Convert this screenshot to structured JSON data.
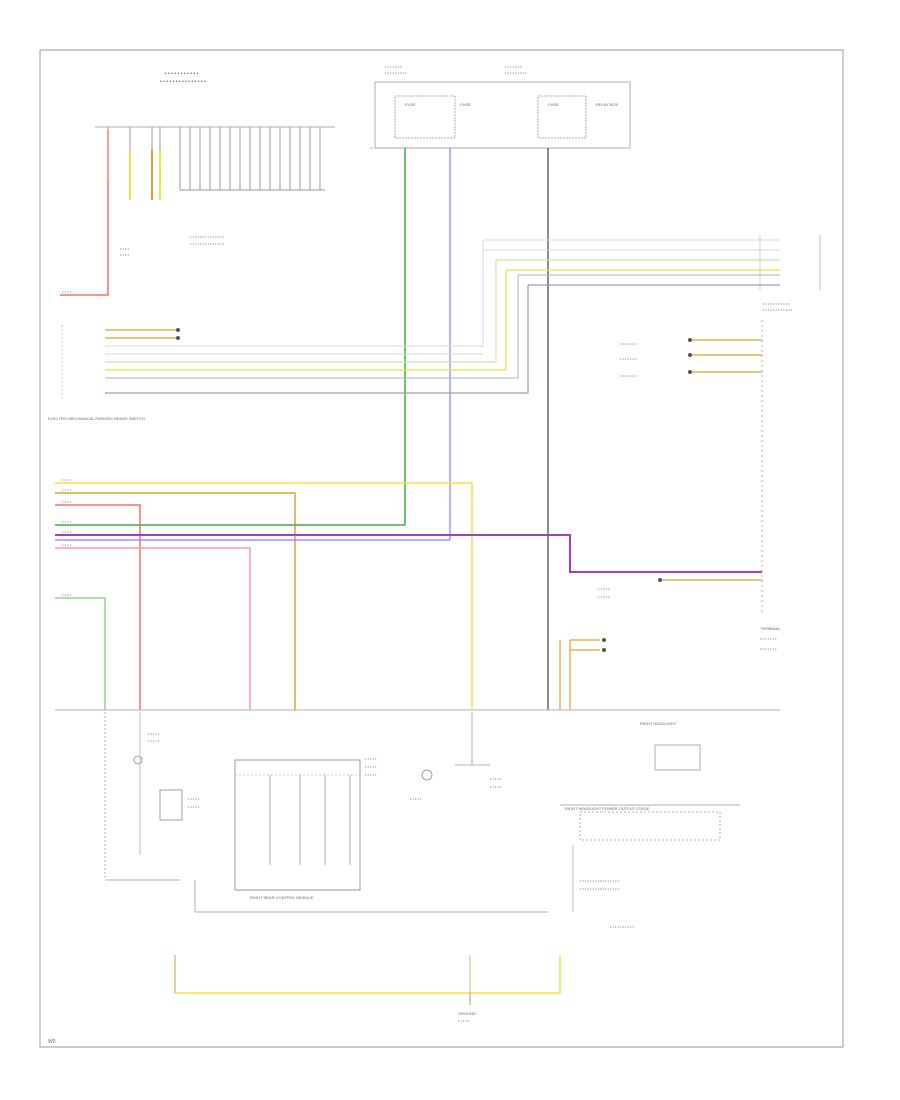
{
  "page_id": "W5",
  "colors": {
    "border": "#9a9a9a",
    "wire_red": "#ff6b6b",
    "wire_pink": "#ff9aa0",
    "wire_green": "#3fae3f",
    "wire_lightgreen": "#8fd68f",
    "wire_blue": "#8080ff",
    "wire_purple": "#a040c0",
    "wire_yellow": "#f0e040",
    "wire_orange": "#e0a030",
    "wire_grey": "#b0b0b0",
    "wire_black": "#404040",
    "wire_tan": "#d8c090"
  },
  "top_labels": {
    "fuse_box_title": "FUSE SUPPLY",
    "hot_label_1": "HOT AT ALL TIMES",
    "hot_label_2": "HOT AT ALL TIMES",
    "fuse_a": "FUSE",
    "fuse_b": "FUSE",
    "fuse_c": "FUSE",
    "relay_box": "RELAY BOX"
  },
  "components": {
    "electro_mech_top": "ELECTRO-MECHANICAL PARKING BRAKE",
    "electro_mech_left": "ELECTRO-MECHANICAL PARKING BRAKE SWITCH",
    "terminal_right": "TERMINAL",
    "lower_center": "RIGHT REAR CONTROL MODULE",
    "lower_right": "RIGHT HEADLIGHT POWER OUTPUT STAGE",
    "headlight": "RIGHT HEADLIGHT",
    "bottom_ground": "GROUND"
  }
}
